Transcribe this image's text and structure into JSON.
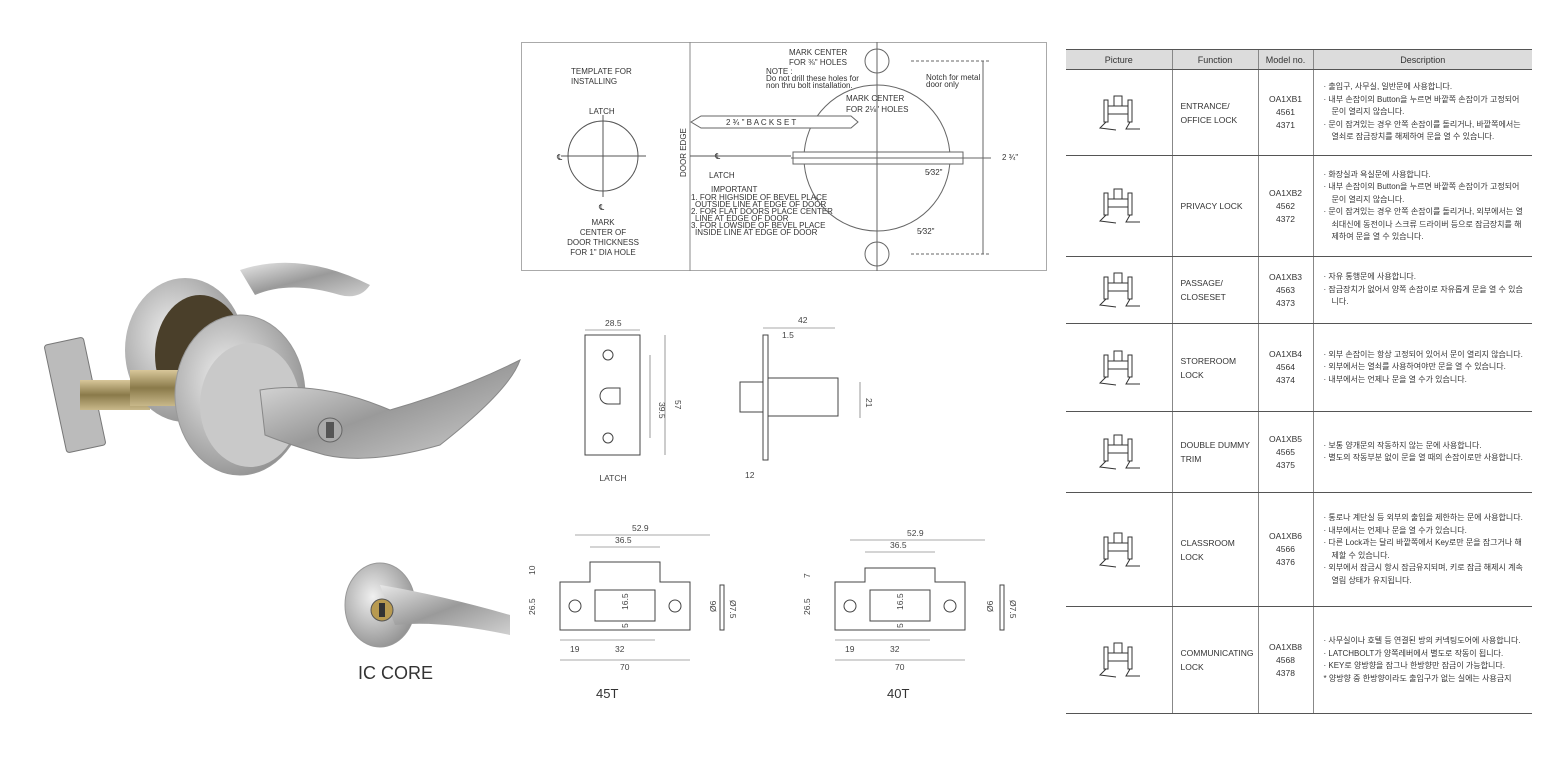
{
  "table": {
    "headers": [
      "Picture",
      "Function",
      "Model no.",
      "Description"
    ],
    "rows": [
      {
        "function_lines": [
          "ENTRANCE/",
          "OFFICE LOCK"
        ],
        "models": [
          "OA1XB1",
          "4561",
          "4371"
        ],
        "desc": [
          "· 출입구, 사무실, 일반문에 사용합니다.",
          "· 내부 손잡이의 Button을 누르면 바깥쪽 손잡이가 고정되어 문이 열리지 않습니다.",
          "· 문이 잠겨있는 경우 안쪽 손잡이를 돌리거나, 바깥쪽에서는 열쇠로 잠금장치를 해제하여 문을 열 수 있습니다."
        ],
        "h": 86
      },
      {
        "function_lines": [
          "PRIVACY LOCK"
        ],
        "models": [
          "OA1XB2",
          "4562",
          "4372"
        ],
        "desc": [
          "· 화장실과 욕실문에 사용합니다.",
          "· 내부 손잡이의 Button을 누르면 바깥쪽 손잡이가 고정되어 문이 열리지 않습니다.",
          "· 문이 잠겨있는 경우 안쪽 손잡이를 돌리거나, 외부에서는 열쇠대신에 동전이나 스크류 드라이버 등으로 잠금장치를 해제하여 문을 열 수 있습니다."
        ],
        "h": 101
      },
      {
        "function_lines": [
          "PASSAGE/",
          "CLOSESET"
        ],
        "models": [
          "OA1XB3",
          "4563",
          "4373"
        ],
        "desc": [
          "· 자유 통행문에 사용합니다.",
          "· 잠금장치가 없어서 양쪽 손잡이로 자유롭게 문을 열 수 있습니다."
        ],
        "h": 67
      },
      {
        "function_lines": [
          "STOREROOM",
          "LOCK"
        ],
        "models": [
          "OA1XB4",
          "4564",
          "4374"
        ],
        "desc": [
          "· 외부 손잡이는 항상 고정되어 있어서 문이 열리지 않습니다.",
          "· 외부에서는 열쇠를 사용하여야만 문을 열 수 있습니다.",
          "· 내부에서는 언제나 문을 열 수가 있습니다."
        ],
        "h": 88
      },
      {
        "function_lines": [
          "DOUBLE DUMMY",
          "TRIM"
        ],
        "models": [
          "OA1XB5",
          "4565",
          "4375"
        ],
        "desc": [
          "· 보통 양개문의 작동하지 않는 문에 사용합니다.",
          "· 별도의 작동부분 없이 문을 열 때의 손잡이로만 사용합니다."
        ],
        "h": 81
      },
      {
        "function_lines": [
          "CLASSROOM",
          "LOCK"
        ],
        "models": [
          "OA1XB6",
          "4566",
          "4376"
        ],
        "desc": [
          "· 통로나 계단실 등 외부의 출입을 제한하는 문에 사용합니다.",
          "· 내부에서는 언제나 문을 열 수가 있습니다.",
          "· 다른 Lock과는 달리 바깥쪽에서 Key로만 문을 잠그거나 해제할 수 있습니다.",
          "· 외부에서 잠금시 항시 잠금유지되며, 키로 잠금 해제시 계속 열림 상태가 유지됩니다."
        ],
        "h": 114
      },
      {
        "function_lines": [
          "COMMUNICATING",
          "LOCK"
        ],
        "models": [
          "OA1XB8",
          "4568",
          "4378"
        ],
        "desc": [
          "· 사무실이나 호텔 등 연결된 방의 커넥팅도어에 사용합니다.",
          "· LATCHBOLT가 양쪽레버에서 별도로 작동이 됩니다.",
          "· KEY로 양방향을 잠그나 한방향만 잠금이 가능합니다.",
          "* 양방향 중 한방향이라도 출입구가 없는 실에는 사용금지"
        ],
        "h": 107
      }
    ]
  },
  "template": {
    "title_lines": [
      "TEMPLATE FOR",
      "INSTALLING"
    ],
    "latch_top": "LATCH",
    "cl": "℄",
    "mark_lines": [
      "MARK",
      "CENTER OF",
      "DOOR THICKNESS",
      "FOR 1\" DIA HOLE"
    ],
    "door_edge": "DOOR EDGE",
    "latch_mid": "LATCH",
    "backset": "2 ¾ \" B A C K S E T",
    "important": [
      "IMPORTANT",
      "1. FOR HIGHSIDE OF BEVEL PLACE",
      "   OUTSIDE LINE AT EDGE OF DOOR",
      "2. FOR FLAT DOORS PLACE CENTER",
      "   LINE AT EDGE OF DOOR",
      "3. FOR LOWSIDE OF BEVEL PLACE",
      "   INSIDE LINE AT EDGE OF DOOR"
    ],
    "mark_small": [
      "MARK CENTER",
      "FOR ⅜\" HOLES"
    ],
    "note": [
      "NOTE :",
      "Do not drill these holes for",
      "non thru bolt installation."
    ],
    "mark_big": [
      "MARK CENTER",
      "FOR 2⅛\" HOLES"
    ],
    "notch": [
      "Notch for metal",
      "door only"
    ],
    "height": "2 ¾\"",
    "small1": "5⁄32\"",
    "small2": "5⁄32\""
  },
  "latch": {
    "label": "LATCH",
    "w": "28.5",
    "h1": "39.5",
    "h2": "57",
    "d1": "42",
    "d2": "1.5",
    "d3": "21",
    "d4": "12"
  },
  "strikes": [
    {
      "label": "45T",
      "top": "52.9",
      "inner": "36.5",
      "lip": "10",
      "height": "26.5",
      "slot": "16.5",
      "gap": "5",
      "left": "19",
      "mid": "32",
      "total": "70",
      "d1": "Ø6",
      "d2": "Ø7.5"
    },
    {
      "label": "40T",
      "top": "52.9",
      "inner": "36.5",
      "lip": "7",
      "height": "26.5",
      "slot": "16.5",
      "gap": "5",
      "left": "19",
      "mid": "32",
      "total": "70",
      "d1": "Ø6",
      "d2": "Ø7.5"
    }
  ],
  "ic_core": "IC CORE"
}
